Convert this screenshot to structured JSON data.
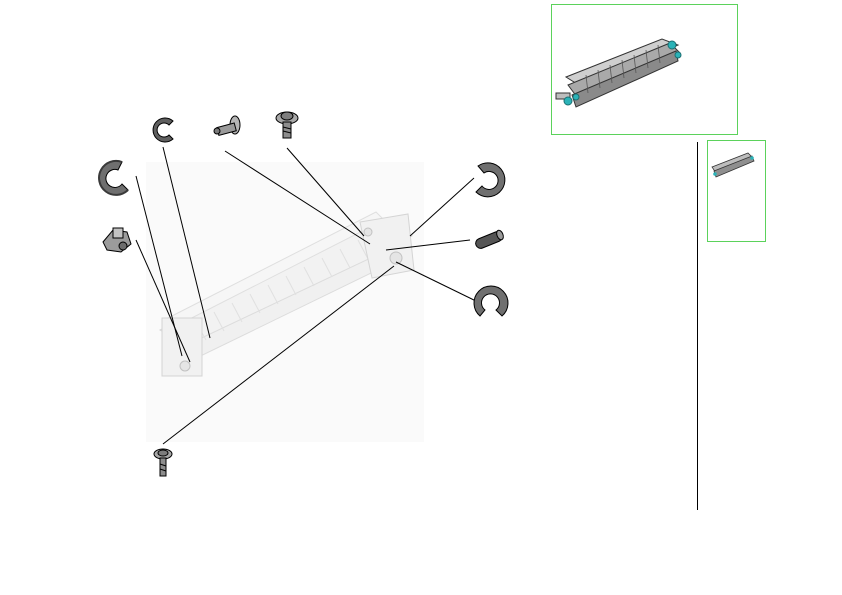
{
  "diagram": {
    "type": "exploded-parts-view",
    "colors": {
      "outline": "#000000",
      "part_metal": "#8c8c8c",
      "part_dark": "#4a4a4a",
      "assembly_ghost": "#e9e9e9",
      "thumbnail_border": "#5bd25b",
      "accent_teal": "#2bb3b8"
    },
    "parts": [
      {
        "id": "e-ring-left-upper",
        "kind": "e-ring"
      },
      {
        "id": "e-ring-left-top",
        "kind": "e-ring"
      },
      {
        "id": "shoulder-pin",
        "kind": "pin"
      },
      {
        "id": "flange-screw-top",
        "kind": "screw"
      },
      {
        "id": "bushing-clip",
        "kind": "clip"
      },
      {
        "id": "e-ring-right-upper",
        "kind": "e-ring"
      },
      {
        "id": "roller-shaft-pin",
        "kind": "pin"
      },
      {
        "id": "e-ring-right-lower",
        "kind": "e-ring"
      },
      {
        "id": "flange-screw-bottom",
        "kind": "screw"
      }
    ],
    "thumbnails": [
      {
        "id": "assembly-overview-large"
      },
      {
        "id": "assembly-overview-small"
      }
    ]
  }
}
